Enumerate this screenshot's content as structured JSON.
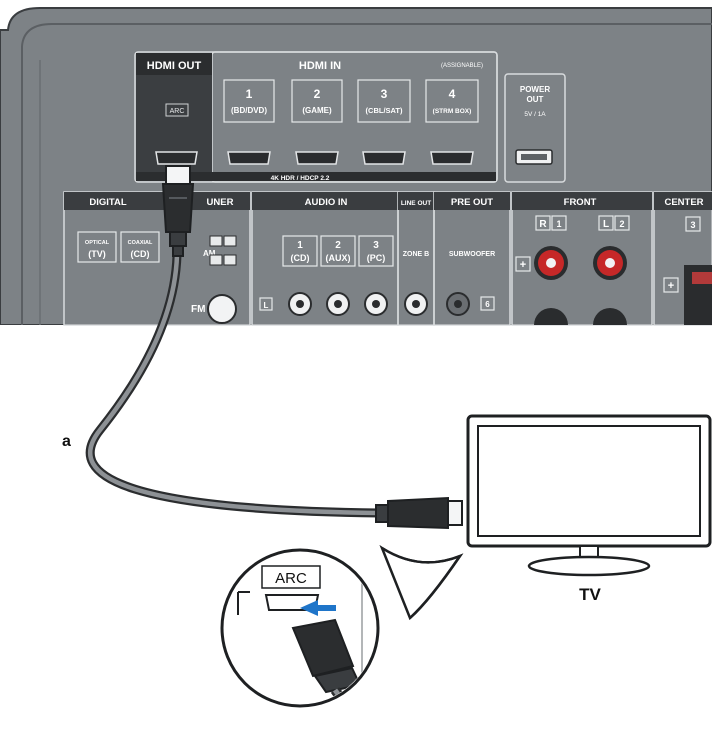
{
  "hdmi_out": {
    "title": "HDMI OUT",
    "arc": "ARC"
  },
  "hdmi_in": {
    "title": "HDMI IN",
    "assignable": "(ASSIGNABLE)",
    "inputs": [
      {
        "num": "1",
        "label": "(BD/DVD)"
      },
      {
        "num": "2",
        "label": "(GAME)"
      },
      {
        "num": "3",
        "label": "(CBL/SAT)"
      },
      {
        "num": "4",
        "label": "(STRM BOX)"
      }
    ],
    "bar_text": "4K HDR / HDCP 2.2"
  },
  "power_out": {
    "line1": "POWER",
    "line2": "OUT",
    "spec": "5V / 1A"
  },
  "digital": {
    "title": "DIGITAL",
    "optical": {
      "top": "OPTICAL",
      "bottom": "(TV)"
    },
    "coaxial": {
      "top": "COAXIAL",
      "bottom": "(CD)"
    }
  },
  "tuner": {
    "title": "UNER",
    "am": "AM",
    "fm": "FM"
  },
  "audio_in": {
    "title": "AUDIO IN",
    "inputs": [
      {
        "num": "1",
        "label": "(CD)"
      },
      {
        "num": "2",
        "label": "(AUX)"
      },
      {
        "num": "3",
        "label": "(PC)"
      }
    ],
    "l_label": "L"
  },
  "line_out": {
    "title": "LINE OUT",
    "zone": "ZONE B"
  },
  "pre_out": {
    "title": "PRE OUT",
    "sub": "SUBWOOFER",
    "num": "6"
  },
  "front": {
    "title": "FRONT",
    "r": "R",
    "r_num": "1",
    "l": "L",
    "l_num": "2",
    "plus": "+"
  },
  "center": {
    "title": "CENTER",
    "num": "3",
    "plus": "+"
  },
  "cable_label": "a",
  "inset": {
    "arc": "ARC"
  },
  "tv_label": "TV"
}
